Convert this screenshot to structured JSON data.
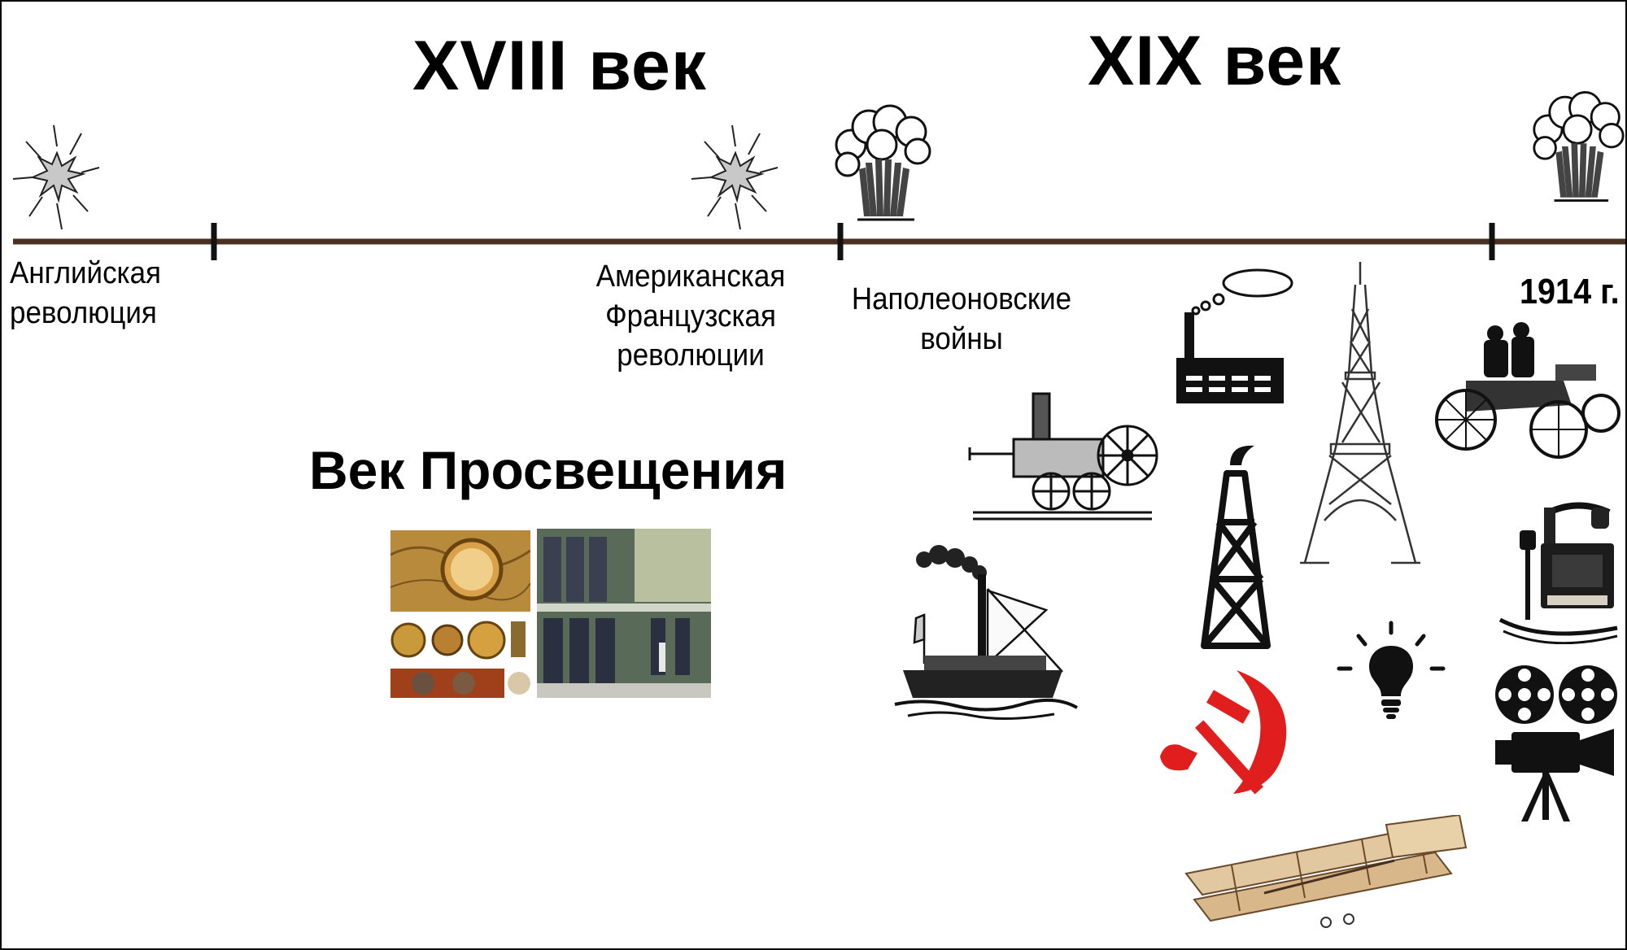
{
  "headings": {
    "century_18": "XVIII век",
    "century_19": "XIX век",
    "enlightenment": "Век Просвещения"
  },
  "events": {
    "english_revolution": "Английская\nреволюция",
    "american_french_revolutions": "Американская\nФранцузская\nреволюции",
    "napoleonic_wars": "Наполеоновские\nвойны",
    "year_1914": "1914 г."
  },
  "icons": {
    "revolution_marker": "explosion-icon",
    "war_marker": "smoke-cloud-icon",
    "inventions": [
      "steam-locomotive-icon",
      "steamboat-icon",
      "factory-icon",
      "oil-derrick-icon",
      "hammer-and-sickle-icon",
      "eiffel-tower-icon",
      "light-bulb-icon",
      "airplane-icon",
      "automobile-icon",
      "telephone-icon",
      "film-camera-icon"
    ]
  },
  "colors": {
    "timeline": "#4a3020",
    "hammer_sickle": "#e01e1e",
    "text": "#000000"
  }
}
